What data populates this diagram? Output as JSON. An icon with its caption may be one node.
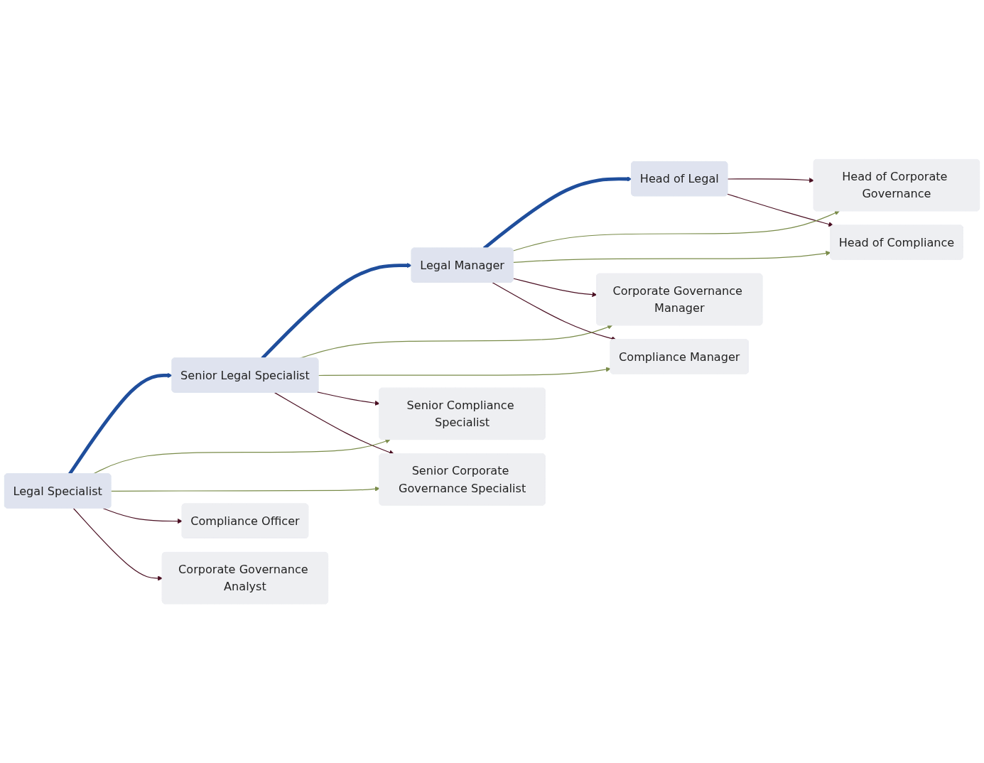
{
  "diagram": {
    "nodes": [
      {
        "text": [
          "Head of Legal"
        ]
      },
      {
        "text": [
          "Legal Manager"
        ]
      },
      {
        "text": [
          "Senior Legal Specialist"
        ]
      },
      {
        "text": [
          "Legal Specialist"
        ]
      },
      {
        "text": [
          "Head of Corporate Governance"
        ]
      },
      {
        "text": [
          "Head of Compliance"
        ]
      },
      {
        "text": [
          "Corporate Governance Manager"
        ]
      },
      {
        "text": [
          "Compliance Manager"
        ]
      },
      {
        "text": [
          "Senior Compliance Specialist"
        ]
      },
      {
        "text": [
          "Senior Corporate Governance Specialist"
        ]
      },
      {
        "text": [
          "Compliance Officer"
        ]
      },
      {
        "text": [
          "Corporate Governance Analyst"
        ]
      }
    ],
    "edges": [
      {
        "from": 1,
        "to": 0,
        "arrow": "to",
        "style": "thick",
        "color": "#1f4e9c"
      },
      {
        "from": 2,
        "to": 1,
        "arrow": "to",
        "style": "thick",
        "color": "#1f4e9c"
      },
      {
        "from": 3,
        "to": 2,
        "arrow": "to",
        "style": "thick",
        "color": "#1f4e9c"
      },
      {
        "from": 0,
        "to": 4,
        "arrow": "to"
      },
      {
        "from": 0,
        "to": 5,
        "arrow": "to"
      },
      {
        "from": 1,
        "to": 4,
        "arrow": "to",
        "color": "#7a8c4a"
      },
      {
        "from": 1,
        "to": 5,
        "arrow": "to",
        "color": "#7a8c4a"
      },
      {
        "from": 1,
        "to": 6,
        "arrow": "to"
      },
      {
        "from": 1,
        "to": 7,
        "arrow": "to"
      },
      {
        "from": 2,
        "to": 6,
        "arrow": "to",
        "color": "#7a8c4a"
      },
      {
        "from": 2,
        "to": 7,
        "arrow": "to",
        "color": "#7a8c4a"
      },
      {
        "from": 2,
        "to": 8,
        "arrow": "to"
      },
      {
        "from": 2,
        "to": 9,
        "arrow": "to"
      },
      {
        "from": 3,
        "to": 8,
        "arrow": "to",
        "color": "#7a8c4a"
      },
      {
        "from": 3,
        "to": 9,
        "arrow": "to",
        "color": "#7a8c4a"
      },
      {
        "from": 3,
        "to": 10,
        "arrow": "to"
      },
      {
        "from": 3,
        "to": 11,
        "arrow": "to"
      }
    ]
  }
}
